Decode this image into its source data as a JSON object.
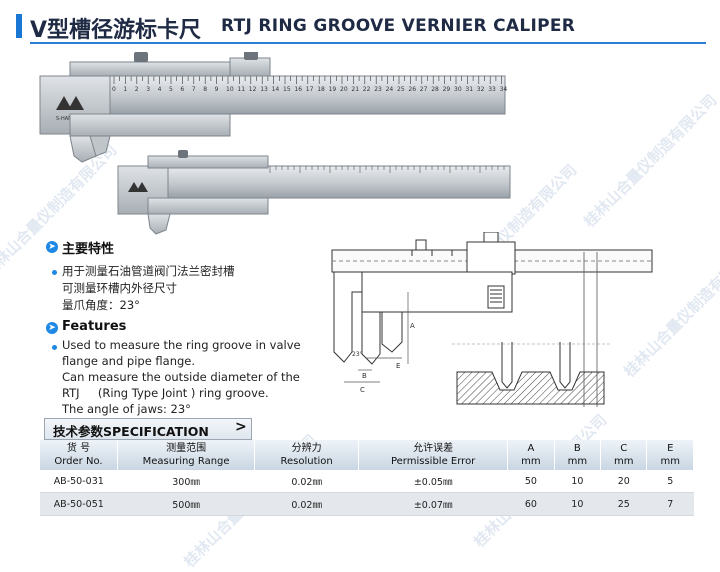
{
  "title": {
    "cn": "V型槽径游标卡尺",
    "en": "RTJ RING GROOVE VERNIER  CALIPER"
  },
  "photo": {
    "brand_mark": "S-HAME",
    "scale_numbers": [
      "0",
      "1",
      "2",
      "3",
      "4",
      "5",
      "6",
      "7",
      "8",
      "9",
      "10",
      "11",
      "12",
      "13",
      "14",
      "15",
      "16",
      "17",
      "18",
      "19",
      "20",
      "21",
      "22",
      "23",
      "24",
      "25",
      "26",
      "27",
      "28",
      "29",
      "30",
      "31",
      "32",
      "33",
      "34"
    ]
  },
  "drawing": {
    "label_a": "A",
    "label_b": "B",
    "label_c": "C",
    "label_e": "E",
    "label_angle": "23°"
  },
  "features_cn": {
    "heading": "主要特性",
    "lines": [
      "用于测量石油管道阀门法兰密封槽",
      "可测量环槽内外径尺寸",
      "量爪角度：23°"
    ]
  },
  "features_en": {
    "heading": "Features",
    "lines": [
      "Used to measure the ring groove in valve",
      "flange and pipe flange.",
      "Can measure the outside diameter of the",
      "RTJ     (Ring Type Joint ) ring groove.",
      "The angle of jaws: 23°"
    ]
  },
  "spec": {
    "heading": "技术参数SPECIFICATION",
    "chevron": ">",
    "headers": [
      {
        "cn": "货 号",
        "en": "Order No."
      },
      {
        "cn": "测量范围",
        "en": "Measuring Range"
      },
      {
        "cn": "分辨力",
        "en": "Resolution"
      },
      {
        "cn": "允许误差",
        "en": "Permissible Error"
      },
      {
        "cn": "A",
        "en": "mm"
      },
      {
        "cn": "B",
        "en": "mm"
      },
      {
        "cn": "C",
        "en": "mm"
      },
      {
        "cn": "E",
        "en": "mm"
      }
    ],
    "rows": [
      [
        "AB-50-031",
        "300㎜",
        "0.02㎜",
        "±0.05㎜",
        "50",
        "10",
        "20",
        "5"
      ],
      [
        "AB-50-051",
        "500㎜",
        "0.02㎜",
        "±0.07㎜",
        "60",
        "10",
        "25",
        "7"
      ]
    ]
  },
  "watermark": "桂林山合量仪制造有限公司",
  "colors": {
    "accent": "#1976d2",
    "title_text": "#1f2a44",
    "bullet": "#1e88e5"
  }
}
